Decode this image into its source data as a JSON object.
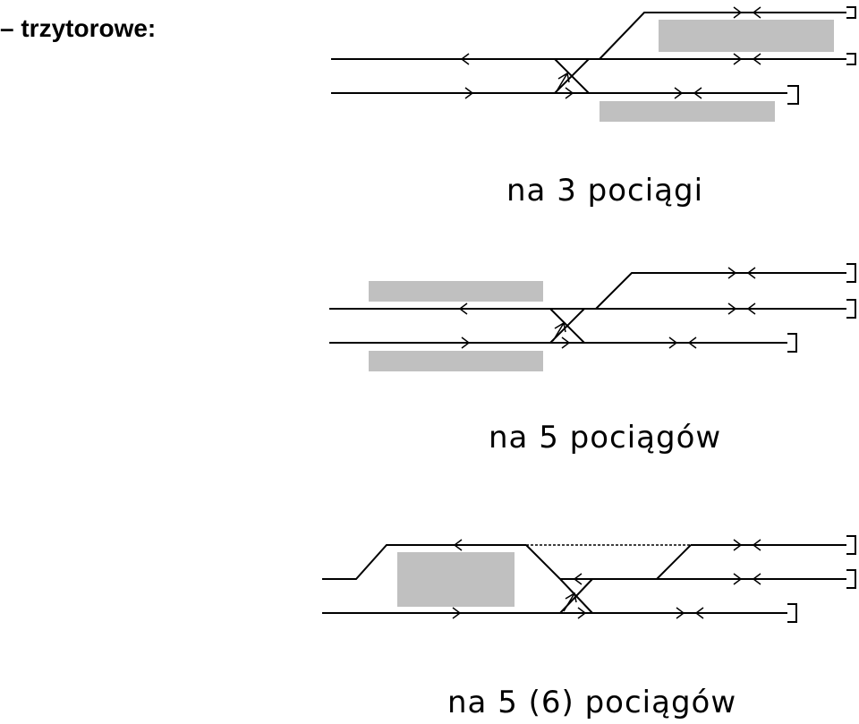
{
  "heading": "– trzytorowe:",
  "layouts": [
    {
      "caption": "na 3 pociągi"
    },
    {
      "caption": "na 5 pociągów"
    },
    {
      "caption": "na 5 (6) pociągów"
    }
  ],
  "colors": {
    "platform": "#c0c0c0",
    "track": "#000000"
  }
}
